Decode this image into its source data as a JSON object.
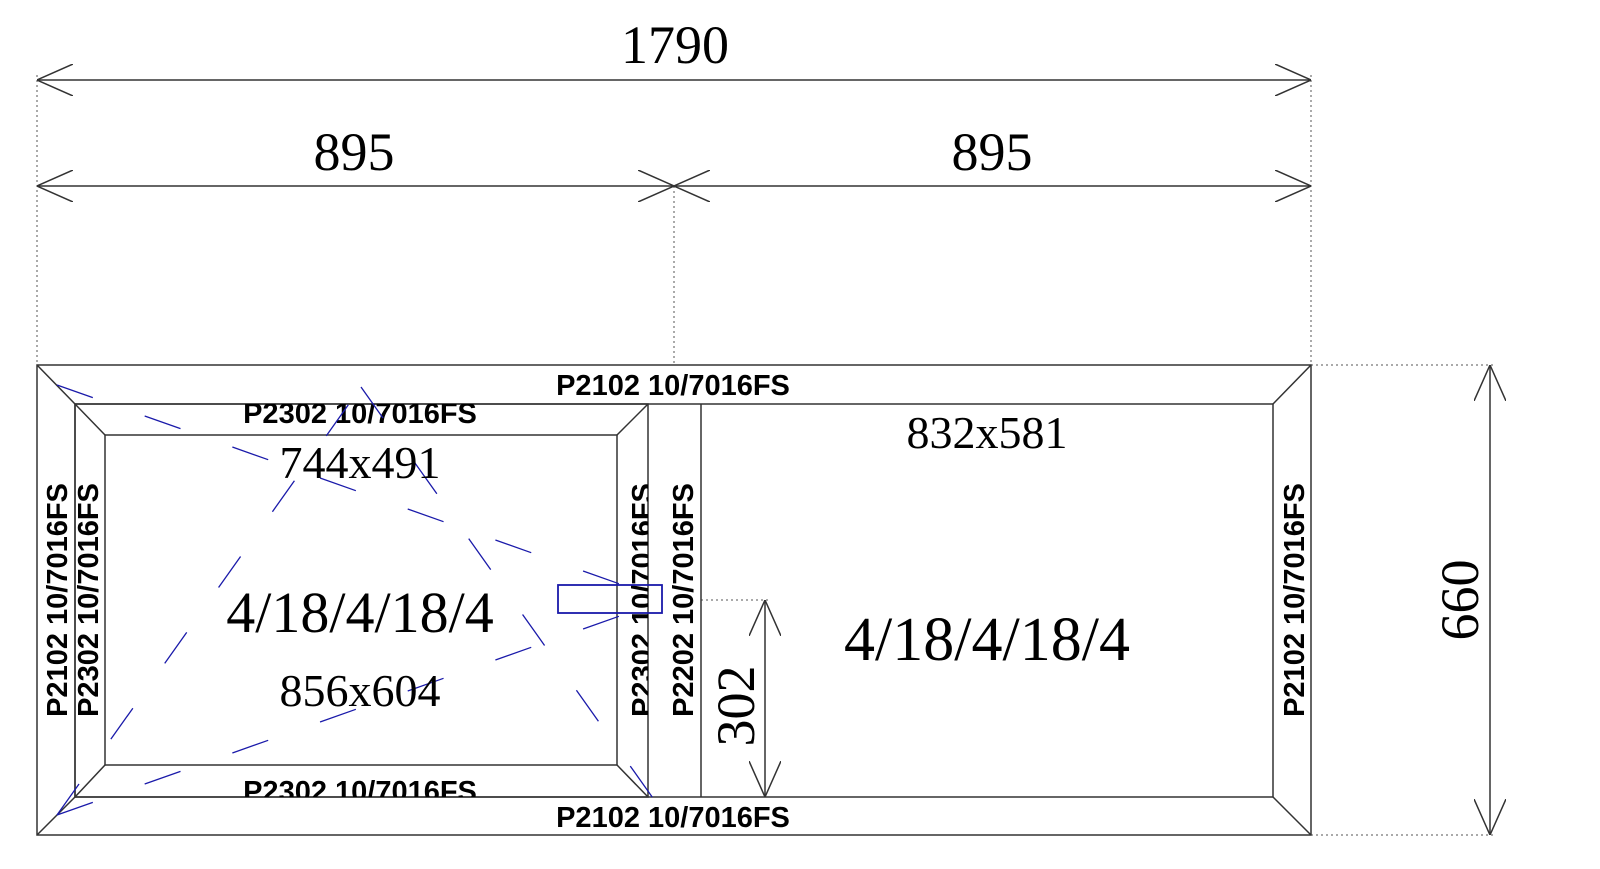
{
  "dimensions": {
    "total_width": "1790",
    "left_width": "895",
    "right_width": "895",
    "total_height": "660",
    "handle_height": "302"
  },
  "profiles": {
    "frame_top": "P2102 10/7016FS",
    "frame_bottom": "P2102 10/7016FS",
    "frame_left": "P2102 10/7016FS",
    "frame_right": "P2102 10/7016FS",
    "sash_top": "P2302 10/7016FS",
    "sash_bottom": "P2302 10/7016FS",
    "sash_left": "P2302 10/7016FS",
    "sash_right": "P2302 10/7016FS",
    "mullion": "P2202 10/7016FS"
  },
  "left_pane": {
    "glass_size": "744x491",
    "glazing": "4/18/4/18/4",
    "sash_size": "856x604"
  },
  "right_pane": {
    "glass_size": "832x581",
    "glazing": "4/18/4/18/4"
  },
  "colors": {
    "line": "#333333",
    "opening_symbol": "#1a1aaa"
  }
}
